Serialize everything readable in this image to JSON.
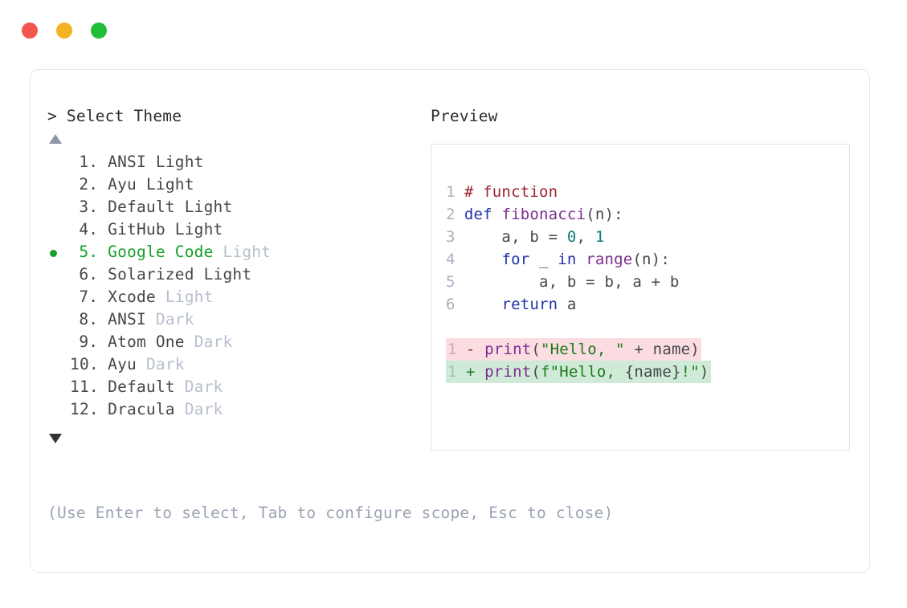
{
  "window": {
    "dots": [
      {
        "name": "close",
        "color": "#f1564f"
      },
      {
        "name": "minimize",
        "color": "#f5b324"
      },
      {
        "name": "maximize",
        "color": "#1fbd38"
      }
    ]
  },
  "theme_picker": {
    "prompt_symbol": ">",
    "prompt_label": "Select Theme",
    "scroll_up_icon": "triangle-up-icon",
    "scroll_down_icon": "triangle-down-icon",
    "selected_index": 5,
    "selected_color": "#16a02a",
    "variant_dim_color": "#b7bfcd",
    "items": [
      {
        "num": "1.",
        "name": "ANSI",
        "variant": "Light",
        "dim_variant": false,
        "selected": false
      },
      {
        "num": "2.",
        "name": "Ayu",
        "variant": "Light",
        "dim_variant": false,
        "selected": false
      },
      {
        "num": "3.",
        "name": "Default",
        "variant": "Light",
        "dim_variant": false,
        "selected": false
      },
      {
        "num": "4.",
        "name": "GitHub",
        "variant": "Light",
        "dim_variant": false,
        "selected": false
      },
      {
        "num": "5.",
        "name": "Google Code",
        "variant": "Light",
        "dim_variant": true,
        "selected": true
      },
      {
        "num": "6.",
        "name": "Solarized",
        "variant": "Light",
        "dim_variant": false,
        "selected": false
      },
      {
        "num": "7.",
        "name": "Xcode",
        "variant": "Light",
        "dim_variant": true,
        "selected": false
      },
      {
        "num": "8.",
        "name": "ANSI",
        "variant": "Dark",
        "dim_variant": true,
        "selected": false
      },
      {
        "num": "9.",
        "name": "Atom One",
        "variant": "Dark",
        "dim_variant": true,
        "selected": false
      },
      {
        "num": "10.",
        "name": "Ayu",
        "variant": "Dark",
        "dim_variant": true,
        "selected": false
      },
      {
        "num": "11.",
        "name": "Default",
        "variant": "Dark",
        "dim_variant": true,
        "selected": false
      },
      {
        "num": "12.",
        "name": "Dracula",
        "variant": "Dark",
        "dim_variant": true,
        "selected": false
      }
    ],
    "footer_hint": "(Use Enter to select, Tab to configure scope, Esc to close)"
  },
  "preview": {
    "label": "Preview",
    "code_lines": [
      {
        "ln": "1",
        "tokens": [
          {
            "t": "# function",
            "c": "tok-comment"
          }
        ]
      },
      {
        "ln": "2",
        "tokens": [
          {
            "t": "def ",
            "c": "tok-keyword"
          },
          {
            "t": "fibonacci",
            "c": "tok-func"
          },
          {
            "t": "(n):",
            "c": "tok-punct"
          }
        ]
      },
      {
        "ln": "3",
        "tokens": [
          {
            "t": "    a, b = ",
            "c": "tok-plain"
          },
          {
            "t": "0",
            "c": "tok-number"
          },
          {
            "t": ", ",
            "c": "tok-plain"
          },
          {
            "t": "1",
            "c": "tok-number"
          }
        ]
      },
      {
        "ln": "4",
        "tokens": [
          {
            "t": "    ",
            "c": "tok-plain"
          },
          {
            "t": "for",
            "c": "tok-keyword"
          },
          {
            "t": " _ ",
            "c": "tok-plain"
          },
          {
            "t": "in",
            "c": "tok-keyword"
          },
          {
            "t": " ",
            "c": "tok-plain"
          },
          {
            "t": "range",
            "c": "tok-func"
          },
          {
            "t": "(n):",
            "c": "tok-punct"
          }
        ]
      },
      {
        "ln": "5",
        "tokens": [
          {
            "t": "        a, b = b, a + b",
            "c": "tok-plain"
          }
        ]
      },
      {
        "ln": "6",
        "tokens": [
          {
            "t": "    ",
            "c": "tok-plain"
          },
          {
            "t": "return",
            "c": "tok-keyword"
          },
          {
            "t": " a",
            "c": "tok-plain"
          }
        ]
      }
    ],
    "diff_lines": [
      {
        "kind": "del",
        "ln": "1",
        "sign": "-",
        "bg": "#fbdde1",
        "tokens": [
          {
            "t": "print",
            "c": "tok-func"
          },
          {
            "t": "(",
            "c": "tok-punct"
          },
          {
            "t": "\"Hello, \"",
            "c": "tok-string"
          },
          {
            "t": " + name)",
            "c": "tok-plain"
          }
        ]
      },
      {
        "kind": "add",
        "ln": "1",
        "sign": "+",
        "bg": "#cfebd7",
        "tokens": [
          {
            "t": "print",
            "c": "tok-func"
          },
          {
            "t": "(",
            "c": "tok-punct"
          },
          {
            "t": "f\"Hello, ",
            "c": "tok-string"
          },
          {
            "t": "{name}",
            "c": "tok-plain"
          },
          {
            "t": "!\"",
            "c": "tok-string"
          },
          {
            "t": ")",
            "c": "tok-punct"
          }
        ]
      }
    ]
  }
}
